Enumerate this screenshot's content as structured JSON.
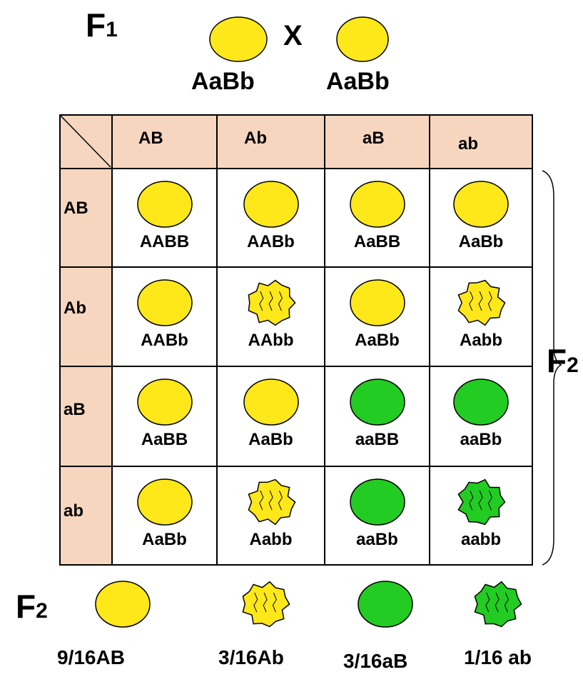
{
  "cross": {
    "generation_label": "F",
    "generation_subscript": "1",
    "cross_symbol": "X",
    "parent1_genotype": "AaBb",
    "parent2_genotype": "AaBb"
  },
  "square": {
    "column_headers": [
      "AB",
      "Ab",
      "aB",
      "ab"
    ],
    "row_headers": [
      "AB",
      "Ab",
      "aB",
      "ab"
    ],
    "rows": [
      [
        {
          "genotype": "AABB",
          "phenotype": "yellow-round"
        },
        {
          "genotype": "AABb",
          "phenotype": "yellow-round"
        },
        {
          "genotype": "AaBB",
          "phenotype": "yellow-round"
        },
        {
          "genotype": "AaBb",
          "phenotype": "yellow-round"
        }
      ],
      [
        {
          "genotype": "AABb",
          "phenotype": "yellow-round"
        },
        {
          "genotype": "AAbb",
          "phenotype": "yellow-wrinkled"
        },
        {
          "genotype": "AaBb",
          "phenotype": "yellow-round"
        },
        {
          "genotype": "Aabb",
          "phenotype": "yellow-wrinkled"
        }
      ],
      [
        {
          "genotype": "AaBB",
          "phenotype": "yellow-round"
        },
        {
          "genotype": "AaBb",
          "phenotype": "yellow-round"
        },
        {
          "genotype": "aaBB",
          "phenotype": "green-round"
        },
        {
          "genotype": "aaBb",
          "phenotype": "green-round"
        }
      ],
      [
        {
          "genotype": "AaBb",
          "phenotype": "yellow-round"
        },
        {
          "genotype": "Aabb",
          "phenotype": "yellow-wrinkled"
        },
        {
          "genotype": "aaBb",
          "phenotype": "green-round"
        },
        {
          "genotype": "aabb",
          "phenotype": "green-wrinkled"
        }
      ]
    ]
  },
  "f2_brace": {
    "label": "F",
    "subscript": "2"
  },
  "summary": {
    "label": "F",
    "subscript": "2",
    "items": [
      {
        "ratio": "9/16AB",
        "phenotype": "yellow-round"
      },
      {
        "ratio": "3/16Ab",
        "phenotype": "yellow-wrinkled"
      },
      {
        "ratio": "3/16aB",
        "phenotype": "green-round"
      },
      {
        "ratio": "1/16 ab",
        "phenotype": "green-wrinkled"
      }
    ]
  },
  "colors": {
    "yellow": "#ffe81a",
    "green": "#22cc22",
    "header_fill": "#f7d6bf",
    "outline": "#000000"
  }
}
